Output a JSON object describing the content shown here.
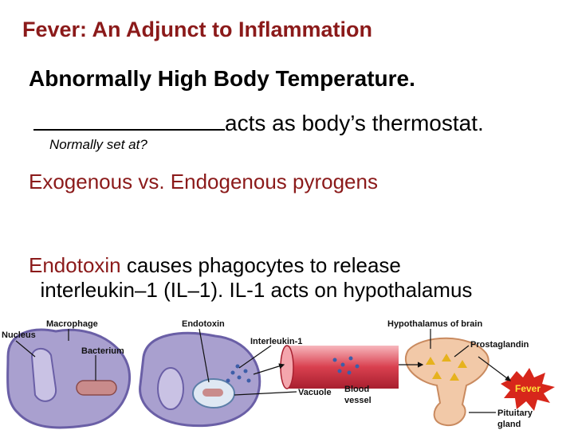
{
  "slide": {
    "title": "Fever: An Adjunct to Inflammation",
    "line1": "Abnormally High Body Temperature.",
    "line2_suffix": "acts as body’s thermostat.",
    "line2_sub": "Normally set at?",
    "line3": "Exogenous vs. Endogenous pyrogens",
    "line4_red": "Endotoxin",
    "line4_rest": " causes phagocytes to release",
    "line5": "interleukin–1 (IL–1). IL-1 acts on hypothalamus"
  },
  "diagram": {
    "labels": {
      "nucleus": "Nucleus",
      "macrophage": "Macrophage",
      "bacterium": "Bacterium",
      "endotoxin": "Endotoxin",
      "interleukin": "Interleukin-1",
      "hypothalamus": "Hypothalamus of brain",
      "prostaglandin": "Prostaglandin",
      "vacuole": "Vacuole",
      "blood": "Blood",
      "vessel": "vessel",
      "fever": "Fever",
      "pituitary": "Pituitary",
      "gland": "gland"
    },
    "colors": {
      "cell_fill": "#a9a0cf",
      "cell_outline": "#6a5fa6",
      "vessel_fill": "#d9404f",
      "hypothalamus_fill": "#f2c9a8",
      "fever_fill": "#d7261b"
    }
  }
}
